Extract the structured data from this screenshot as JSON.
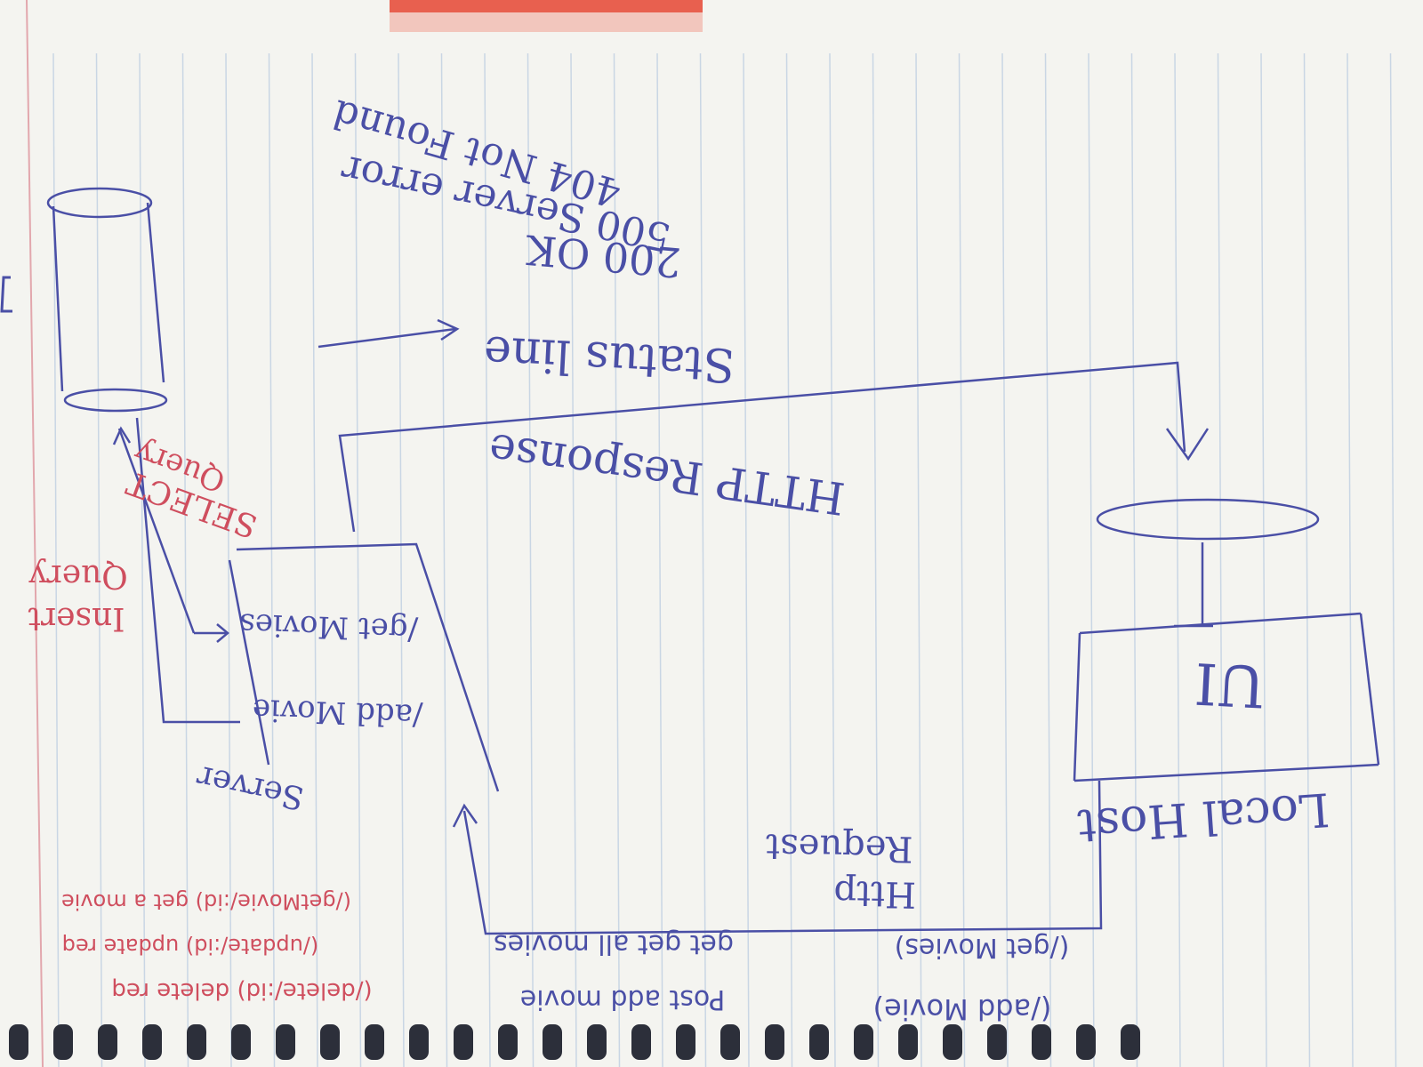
{
  "labels": {
    "status_line": "Status line",
    "ok": "200 OK",
    "server_error": "500 Server error",
    "not_found": "404 Not Found",
    "http_response": "HTTP Response",
    "http_request_1": "Http",
    "http_request_2": "Request",
    "server": "Server",
    "ui": "UI",
    "local_host": "Local Host",
    "route_add": "/add Movie",
    "route_get": "/get Movies",
    "insert_query_1": "Insert",
    "insert_query_2": "Query",
    "select_query_1": "SELECT",
    "select_query_2": "Query"
  },
  "notes": {
    "post_line": "Post add movie",
    "get_line": "get get all movies",
    "add_route": "(/add Movie)",
    "get_route": "(/get Movies)",
    "delete_route": "(/delete/:id) delete req",
    "update_route": "(/update/:id) update req",
    "getone_route": "(/getMovie/:id) get a movie"
  },
  "colors": {
    "paper": "#f4f4f0",
    "rule": "#c9d6e4",
    "margin": "#e2a7ad",
    "ink": "#4a4fa6",
    "red_ink": "#cf4e5e",
    "tab": "#e8604f"
  }
}
